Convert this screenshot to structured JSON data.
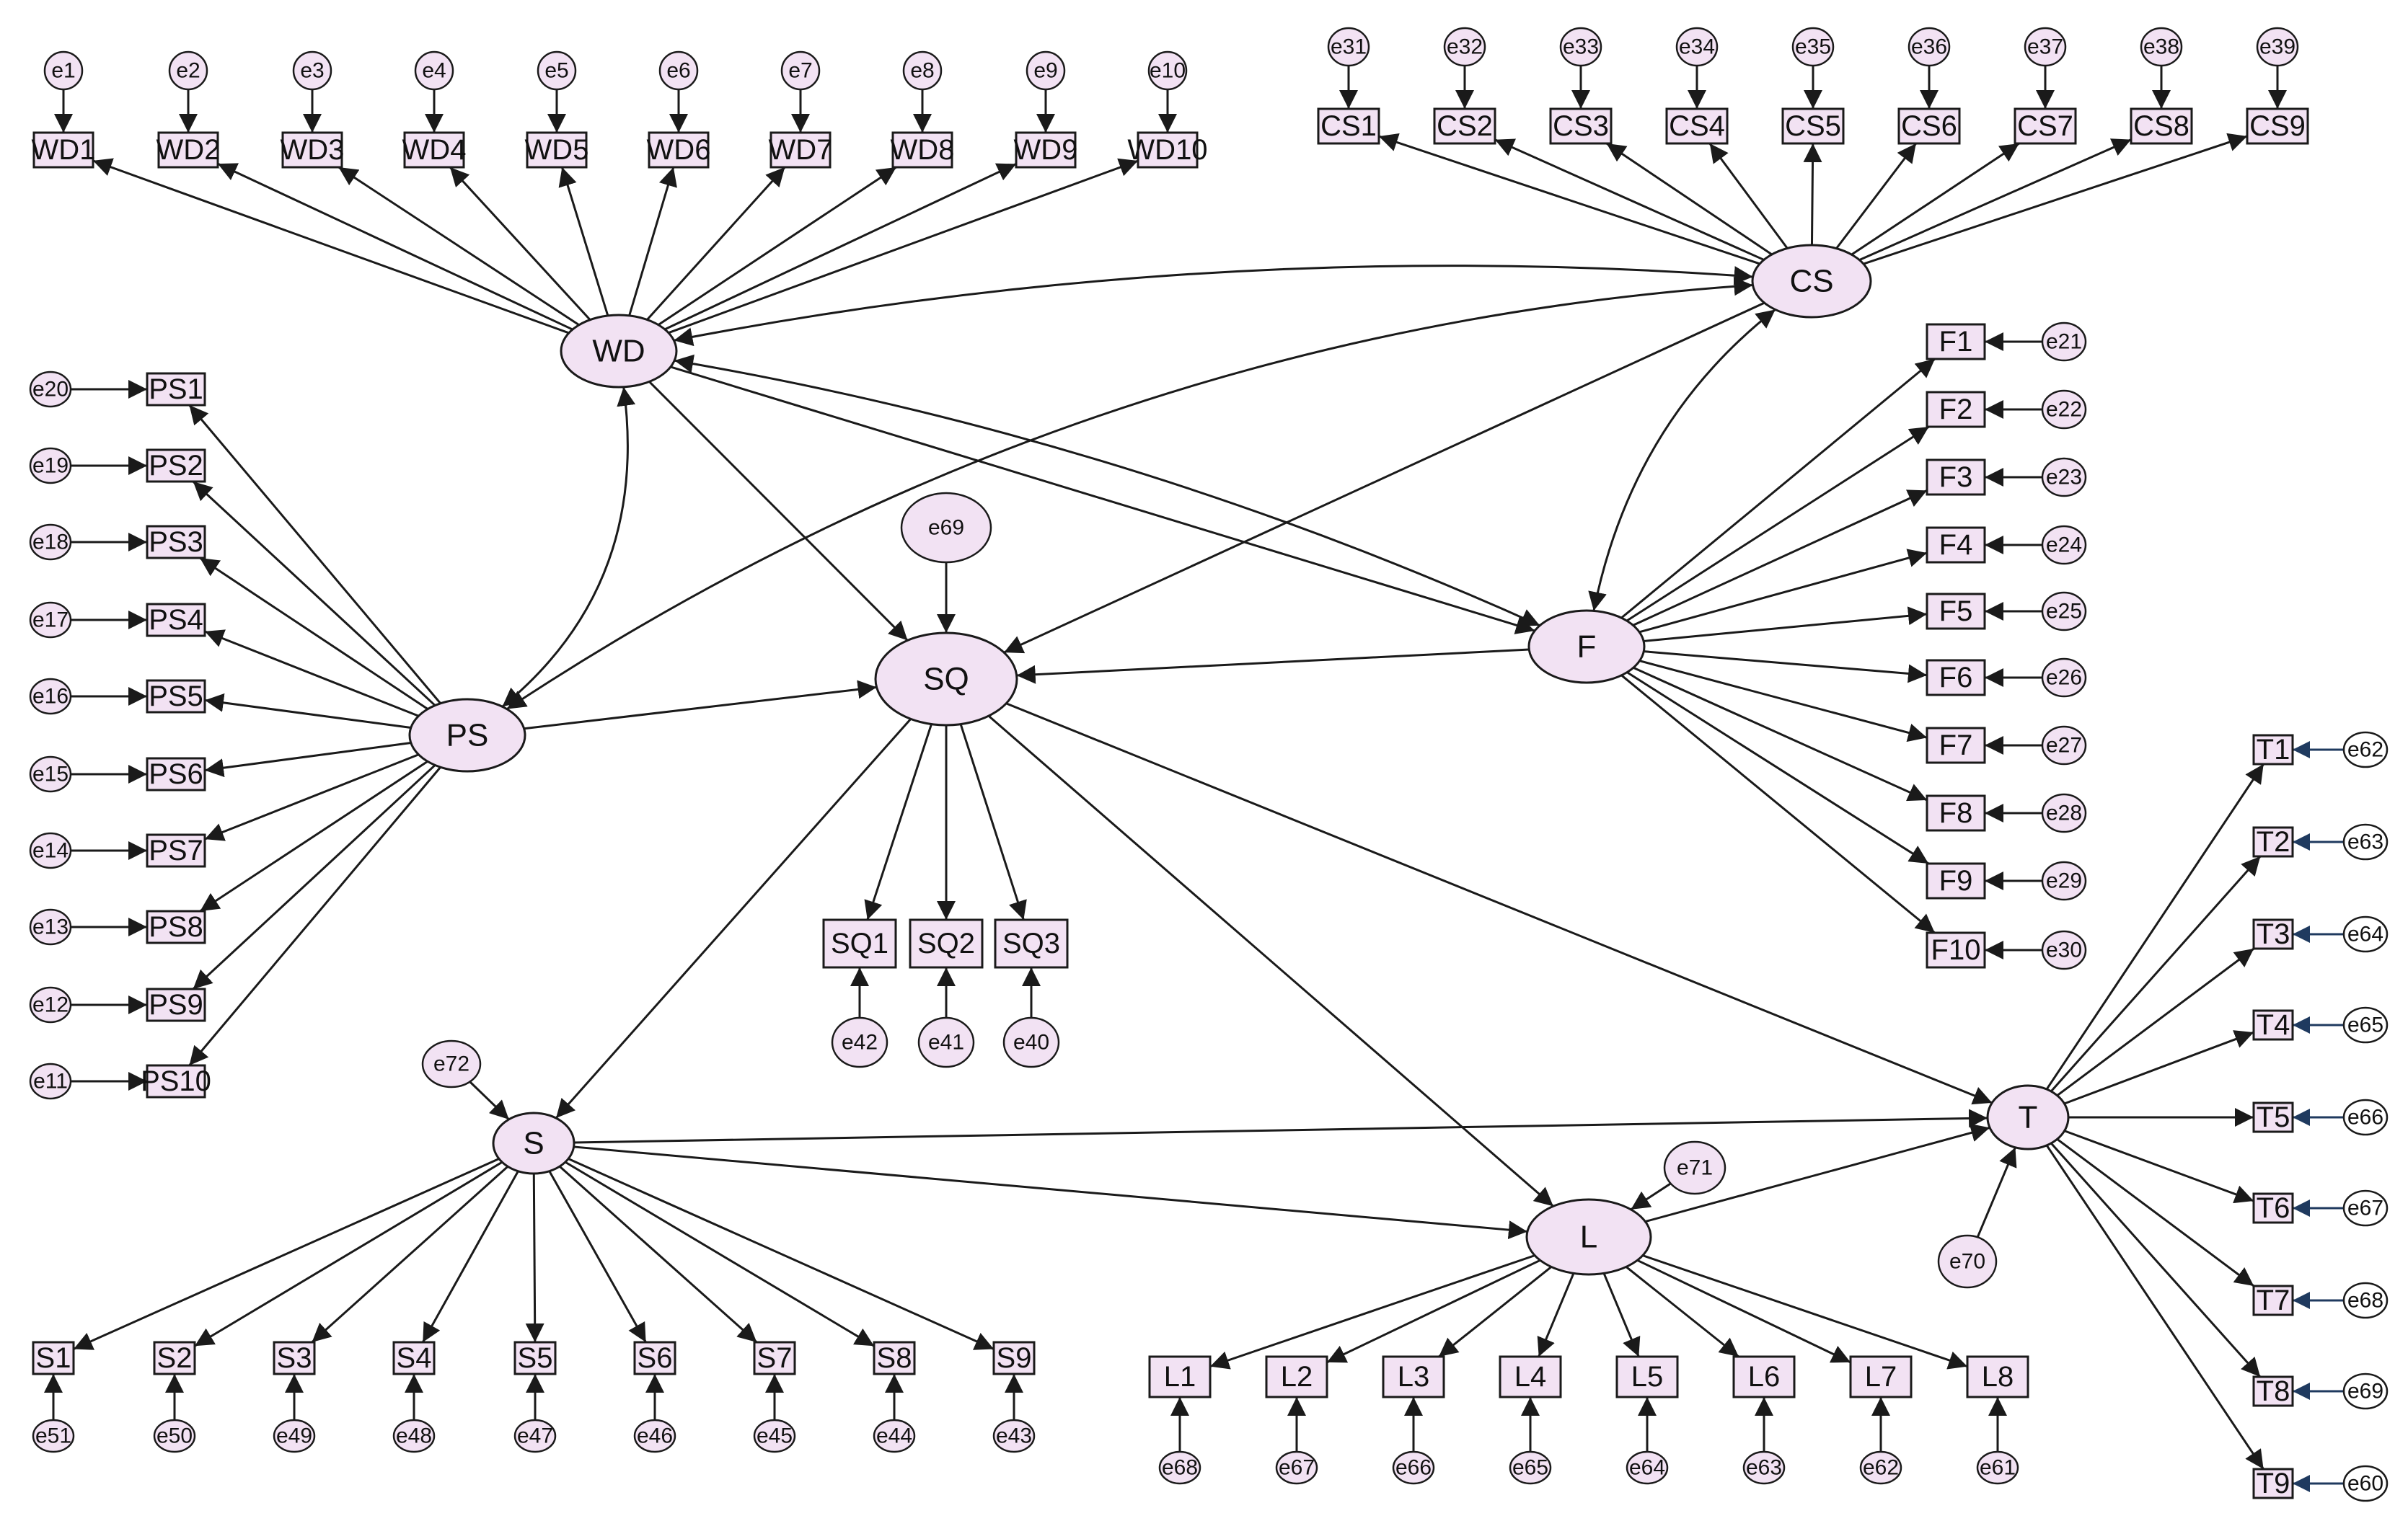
{
  "colors": {
    "node_fill": "#f2e2f3",
    "stroke": "#1a1a1a",
    "t_arrow": "#1f3a5f"
  },
  "latents": {
    "WD": "WD",
    "CS": "CS",
    "PS": "PS",
    "SQ": "SQ",
    "F": "F",
    "S": "S",
    "T": "T",
    "L": "L"
  },
  "indicators": {
    "WD": [
      "WD1",
      "WD2",
      "WD3",
      "WD4",
      "WD5",
      "WD6",
      "WD7",
      "WD8",
      "WD9",
      "WD10"
    ],
    "CS": [
      "CS1",
      "CS2",
      "CS3",
      "CS4",
      "CS5",
      "CS6",
      "CS7",
      "CS8",
      "CS9"
    ],
    "PS": [
      "PS1",
      "PS2",
      "PS3",
      "PS4",
      "PS5",
      "PS6",
      "PS7",
      "PS8",
      "PS9",
      "PS10"
    ],
    "F": [
      "F1",
      "F2",
      "F3",
      "F4",
      "F5",
      "F6",
      "F7",
      "F8",
      "F9",
      "F10"
    ],
    "SQ": [
      "SQ1",
      "SQ2",
      "SQ3"
    ],
    "S": [
      "S1",
      "S2",
      "S3",
      "S4",
      "S5",
      "S6",
      "S7",
      "S8",
      "S9"
    ],
    "L": [
      "L1",
      "L2",
      "L3",
      "L4",
      "L5",
      "L6",
      "L7",
      "L8"
    ],
    "T": [
      "T1",
      "T2",
      "T3",
      "T4",
      "T5",
      "T6",
      "T7",
      "T8",
      "T9"
    ]
  },
  "errors": {
    "WD": [
      "e1",
      "e2",
      "e3",
      "e4",
      "e5",
      "e6",
      "e7",
      "e8",
      "e9",
      "e10"
    ],
    "CS": [
      "e31",
      "e32",
      "e33",
      "e34",
      "e35",
      "e36",
      "e37",
      "e38",
      "e39"
    ],
    "PS": [
      "e20",
      "e19",
      "e18",
      "e17",
      "e16",
      "e15",
      "e14",
      "e13",
      "e12",
      "e11"
    ],
    "F": [
      "e21",
      "e22",
      "e23",
      "e24",
      "e25",
      "e26",
      "e27",
      "e28",
      "e29",
      "e30"
    ],
    "SQ": [
      "e42",
      "e41",
      "e40"
    ],
    "S": [
      "e51",
      "e50",
      "e49",
      "e48",
      "e47",
      "e46",
      "e45",
      "e44",
      "e43"
    ],
    "L": [
      "e68",
      "e67",
      "e66",
      "e65",
      "e64",
      "e63",
      "e62",
      "e61"
    ],
    "T": [
      "e62",
      "e63",
      "e64",
      "e65",
      "e66",
      "e67",
      "e68",
      "e69",
      "e60"
    ]
  },
  "disturbances": {
    "SQ": "e69",
    "S": "e72",
    "L": "e71",
    "T": "e70"
  },
  "paths": [
    [
      "WD",
      "SQ"
    ],
    [
      "WD",
      "F"
    ],
    [
      "CS",
      "SQ"
    ],
    [
      "PS",
      "SQ"
    ],
    [
      "F",
      "SQ"
    ],
    [
      "SQ",
      "S"
    ],
    [
      "SQ",
      "L"
    ],
    [
      "SQ",
      "T"
    ],
    [
      "S",
      "T"
    ],
    [
      "S",
      "L"
    ],
    [
      "L",
      "T"
    ]
  ],
  "covariances": [
    [
      "WD",
      "CS"
    ],
    [
      "WD",
      "PS"
    ],
    [
      "WD",
      "F"
    ],
    [
      "CS",
      "PS"
    ],
    [
      "CS",
      "F"
    ]
  ]
}
